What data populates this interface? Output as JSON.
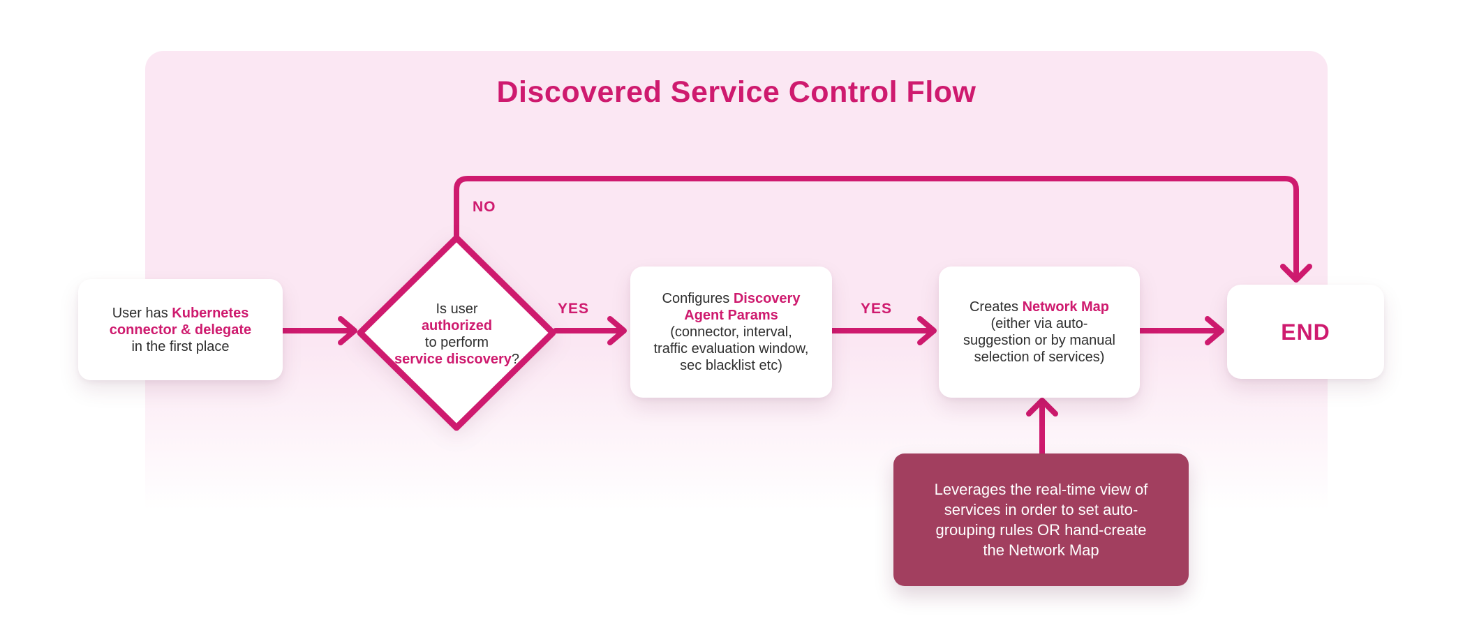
{
  "colors": {
    "pink": "#CE1A6E",
    "panel-pink": "#FBE7F3",
    "maroon": "#A23F5F",
    "ink": "#2E2E2E"
  },
  "title": "Discovered Service Control Flow",
  "labels": {
    "no": "NO",
    "yes1": "YES",
    "yes2": "YES"
  },
  "nodes": {
    "start": {
      "lines": [
        [
          {
            "t": "User has "
          },
          {
            "t": "Kubernetes",
            "em": true
          }
        ],
        [
          {
            "t": "connector & delegate",
            "em": true
          }
        ],
        [
          {
            "t": "in the first place"
          }
        ]
      ]
    },
    "decision": {
      "lines": [
        [
          {
            "t": "Is user"
          }
        ],
        [
          {
            "t": "authorized",
            "em": true
          }
        ],
        [
          {
            "t": "to perform"
          }
        ],
        [
          {
            "t": "service discovery",
            "em": true
          },
          {
            "t": "?"
          }
        ]
      ]
    },
    "configure": {
      "lines": [
        [
          {
            "t": "Configures "
          },
          {
            "t": "Discovery",
            "em": true
          }
        ],
        [
          {
            "t": "Agent Params",
            "em": true
          }
        ],
        [
          {
            "t": "(connector, interval,"
          }
        ],
        [
          {
            "t": "traffic evaluation window,"
          }
        ],
        [
          {
            "t": "sec blacklist etc)"
          }
        ]
      ]
    },
    "create_map": {
      "lines": [
        [
          {
            "t": "Creates "
          },
          {
            "t": "Network Map",
            "em": true
          }
        ],
        [
          {
            "t": "(either via auto-"
          }
        ],
        [
          {
            "t": "suggestion or by manual"
          }
        ],
        [
          {
            "t": "selection of services)"
          }
        ]
      ]
    },
    "end": {
      "label": "END"
    },
    "note": {
      "lines": [
        [
          {
            "t": "Leverages the real-time view of"
          }
        ],
        [
          {
            "t": "services in order to set auto-"
          }
        ],
        [
          {
            "t": "grouping rules OR hand-create"
          }
        ],
        [
          {
            "t": "the Network Map"
          }
        ]
      ]
    }
  }
}
